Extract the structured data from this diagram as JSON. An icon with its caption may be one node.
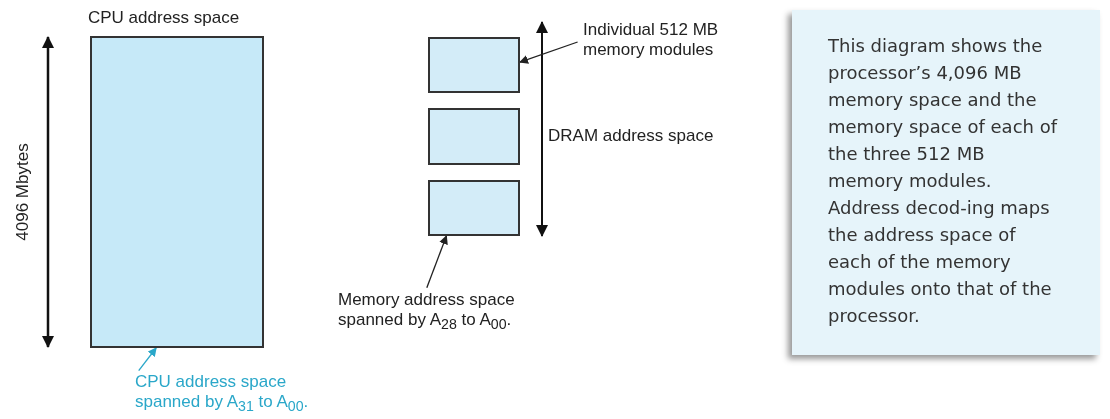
{
  "diagram": {
    "nodes": [
      {
        "text": [
          "CPU address space"
        ]
      },
      {
        "text": [],
        "shape": "box"
      },
      {
        "text": [],
        "shape": "box"
      },
      {
        "text": [],
        "shape": "box"
      },
      {
        "text": [
          "Individual 512 MB memory modules"
        ]
      },
      {
        "text": [
          "Memory address space spanned by A$_{28}$ to A$_{00}$."
        ]
      },
      {
        "text": [
          "CPU address space spanned by A$_{31}$ to A$_{00}$."
        ]
      },
      {
        "text": [
          "This diagram shows the processor’s 4,096 MB memory space and the memory space of each of the three 512 MB memory modules. Address decod-ing maps the address space of each of the memory modules onto that of the processor."
        ]
      }
    ],
    "edges": [
      {
        "from": 4,
        "to": 1,
        "arrow": "to"
      },
      {
        "from": 5,
        "to": 3,
        "arrow": "to"
      },
      {
        "from": 6,
        "to": 0,
        "arrow": "to",
        "color": "#2aa7c9"
      }
    ],
    "labels": [
      "4096 Mbytes",
      "DRAM address space"
    ]
  }
}
